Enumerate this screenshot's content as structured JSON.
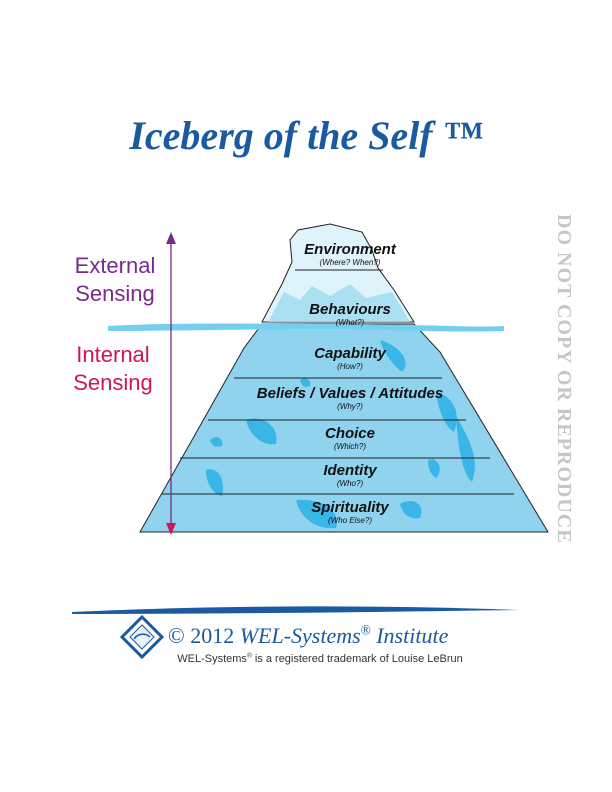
{
  "title": "Iceberg of the Self ™",
  "side_labels": {
    "external": [
      "External",
      "Sensing"
    ],
    "internal": [
      "Internal",
      "Sensing"
    ]
  },
  "watermark": "DO NOT COPY OR REPRODUCE",
  "levels": [
    {
      "name": "Environment",
      "sub": "(Where? When?)"
    },
    {
      "name": "Behaviours",
      "sub": "(What?)"
    },
    {
      "name": "Capability",
      "sub": "(How?)"
    },
    {
      "name": "Beliefs / Values / Attitudes",
      "sub": "(Why?)"
    },
    {
      "name": "Choice",
      "sub": "(Which?)"
    },
    {
      "name": "Identity",
      "sub": "(Who?)"
    },
    {
      "name": "Spirituality",
      "sub": "(Who Else?)"
    }
  ],
  "footer": {
    "copyright_prefix": "© 2012",
    "brand": "WEL-Systems",
    "reg_mark": "®",
    "brand_suffix": "Institute",
    "trademark_line_1": "WEL-Systems",
    "trademark_reg": "®",
    "trademark_line_2": " is a registered trademark of Louise LeBrun"
  },
  "colors": {
    "title": "#1a5aa0",
    "ice": "#8fd3ef",
    "ice_dark": "#2cb0e6",
    "water": "#74cfee",
    "external": "#7a2a8c",
    "internal": "#d0145a"
  }
}
